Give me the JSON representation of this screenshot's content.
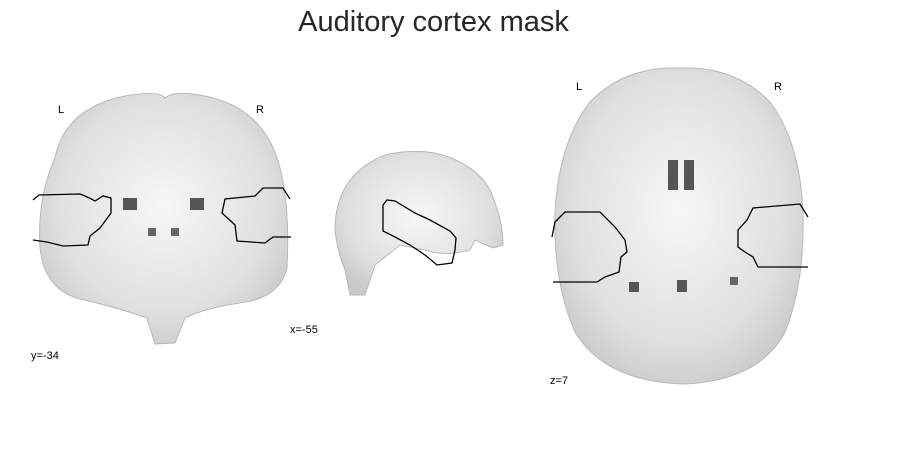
{
  "figure": {
    "title": "Auditory cortex mask",
    "panels": [
      {
        "view": "coronal",
        "orientation_left": "L",
        "orientation_right": "R",
        "cut_label": "y=-34"
      },
      {
        "view": "sagittal",
        "cut_label": "x=-55"
      },
      {
        "view": "axial",
        "orientation_left": "L",
        "orientation_right": "R",
        "cut_label": "z=7"
      }
    ],
    "colors": {
      "background": "#ffffff",
      "contour": "#000000",
      "brain_light": "#f2f2f2",
      "brain_mid": "#c8c8c8",
      "ventricle": "#555555"
    }
  }
}
